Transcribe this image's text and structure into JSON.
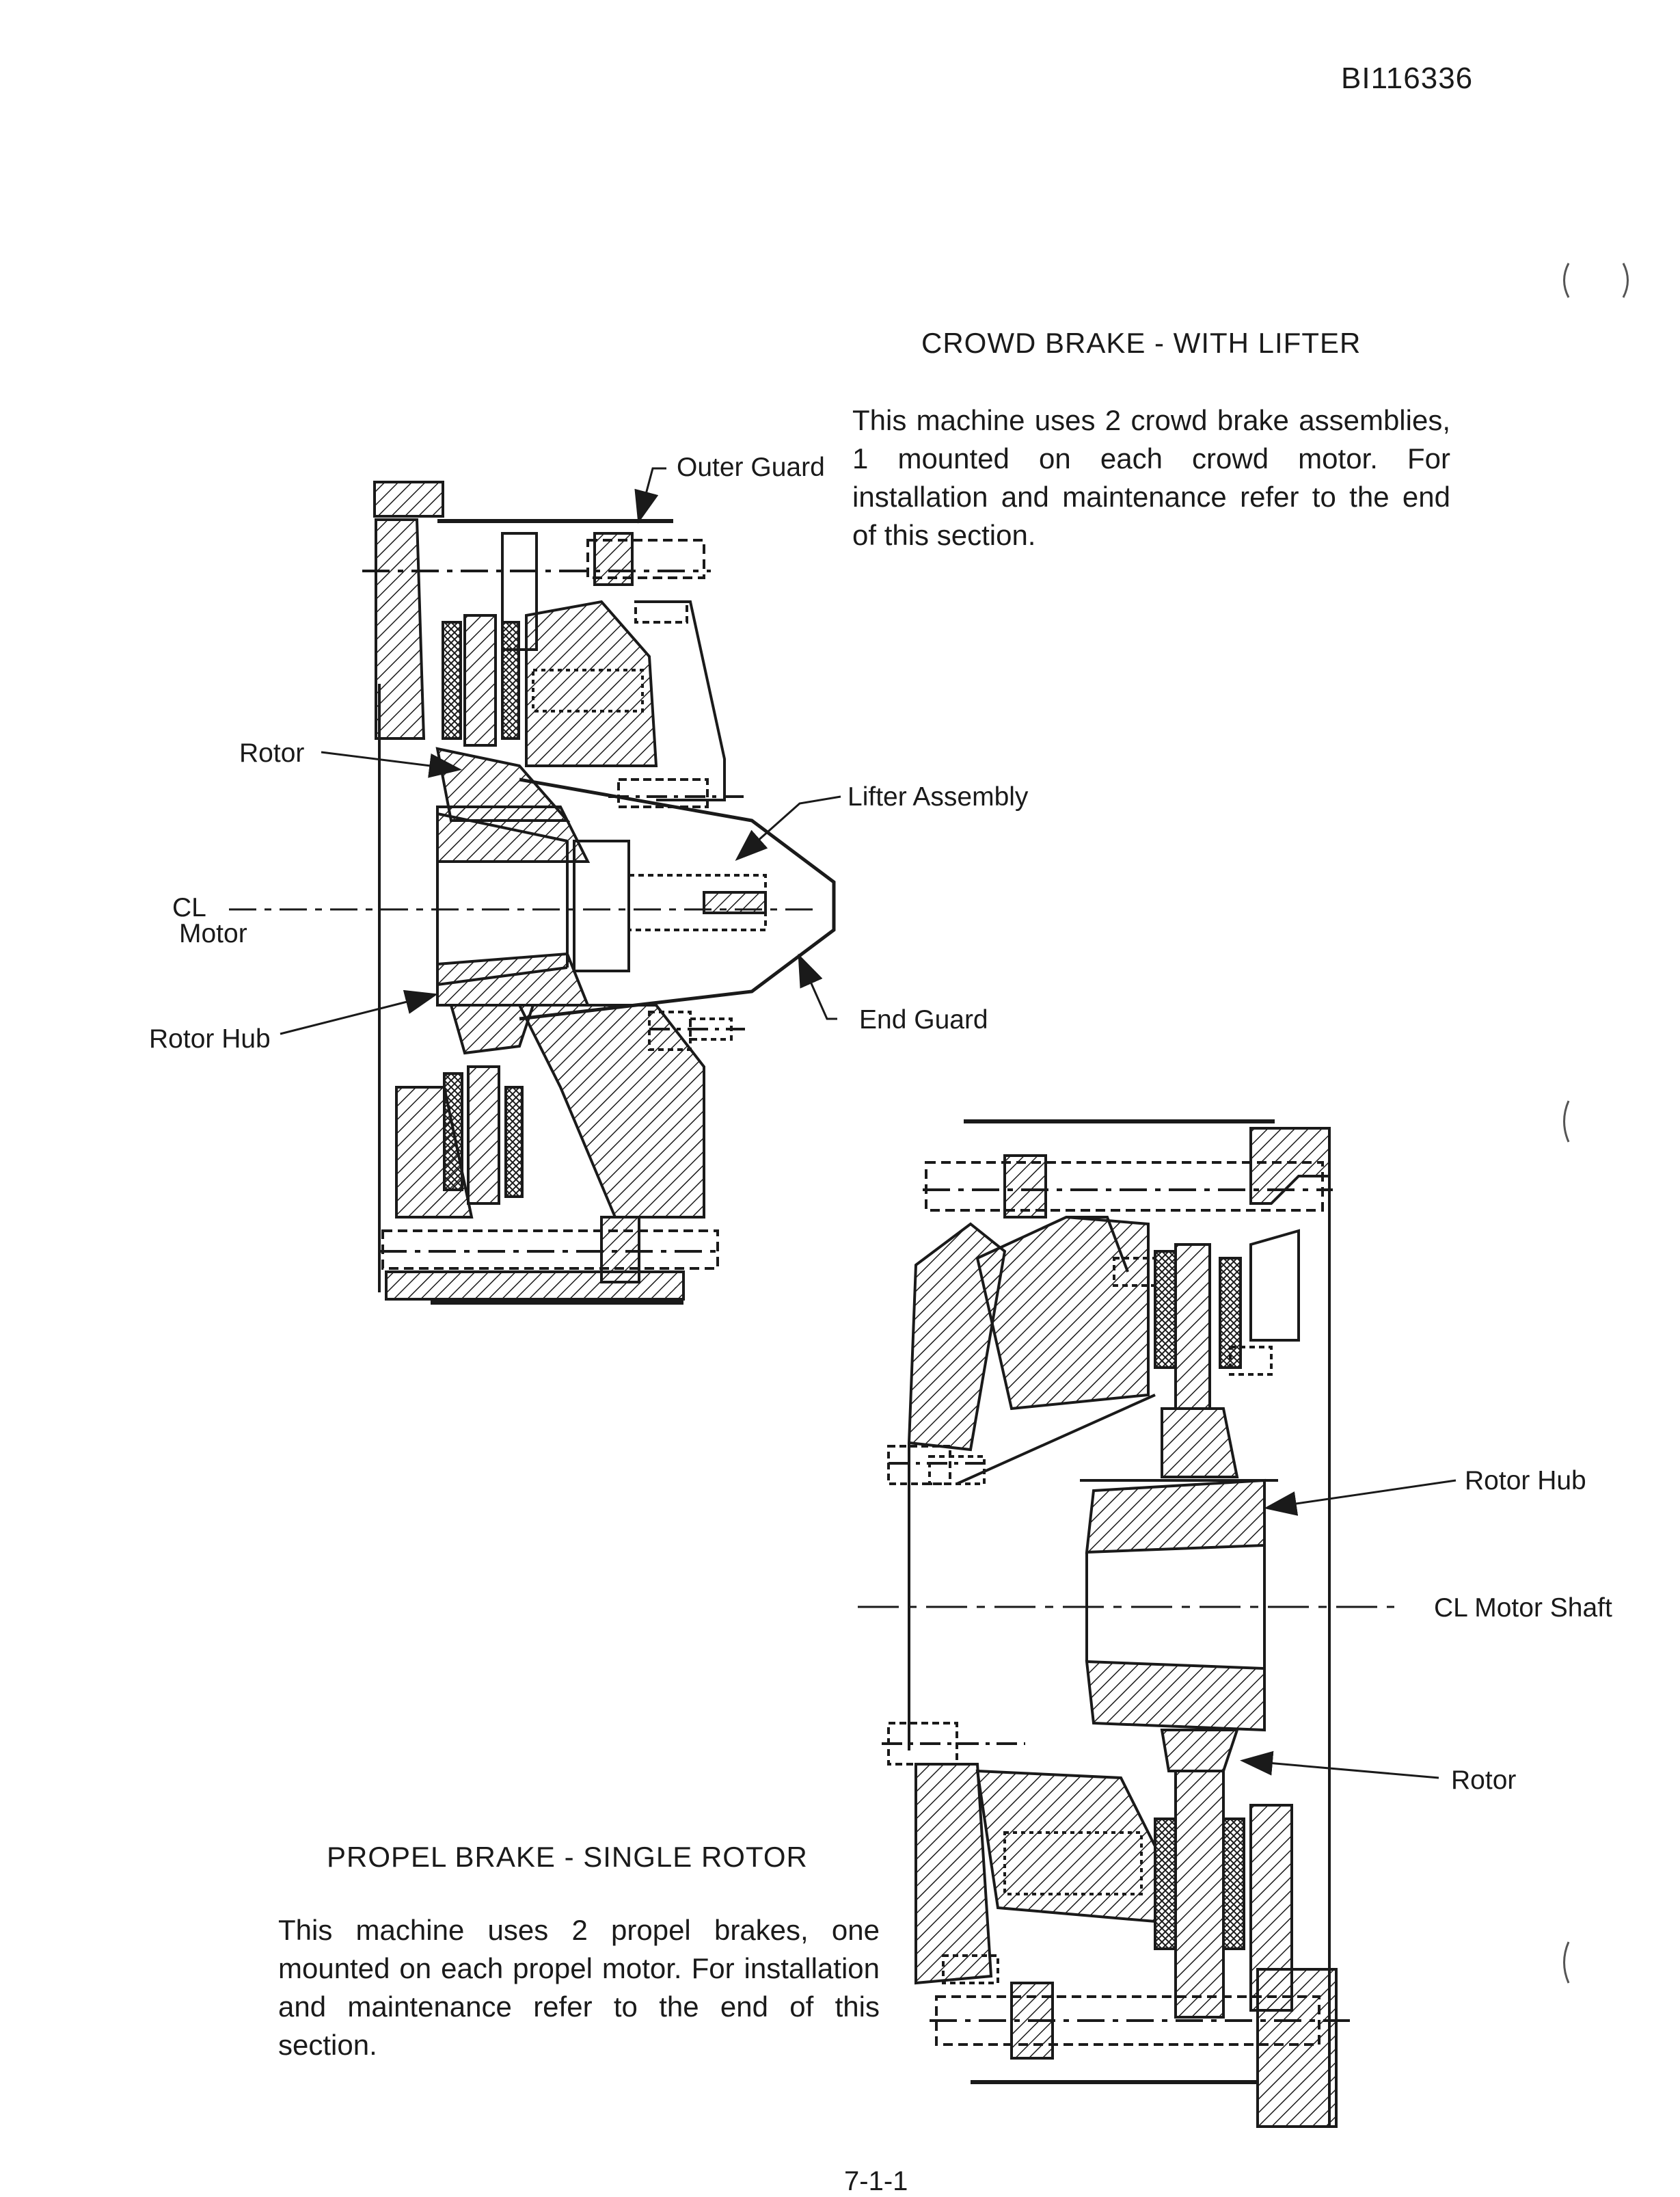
{
  "document_id": "BI116336",
  "crowd_brake": {
    "heading": "CROWD BRAKE - WITH LIFTER",
    "description": "This machine uses 2 crowd brake assemblies, 1 mounted on each crowd motor. For installation and maintenance refer to the end of this section.",
    "labels": {
      "outer_guard": "Outer Guard",
      "rotor": "Rotor",
      "lifter_assembly": "Lifter Assembly",
      "cl": "CL",
      "motor": "Motor",
      "end_guard": "End Guard",
      "rotor_hub": "Rotor Hub"
    }
  },
  "propel_brake": {
    "heading": "PROPEL BRAKE - SINGLE ROTOR",
    "description": "This machine uses 2 propel brakes, one mounted on each propel motor. For installation and maintenance refer to the end of this section.",
    "labels": {
      "rotor_hub": "Rotor Hub",
      "cl_motor_shaft": "CL Motor Shaft",
      "rotor": "Rotor"
    }
  },
  "page_number": "7-1-1"
}
